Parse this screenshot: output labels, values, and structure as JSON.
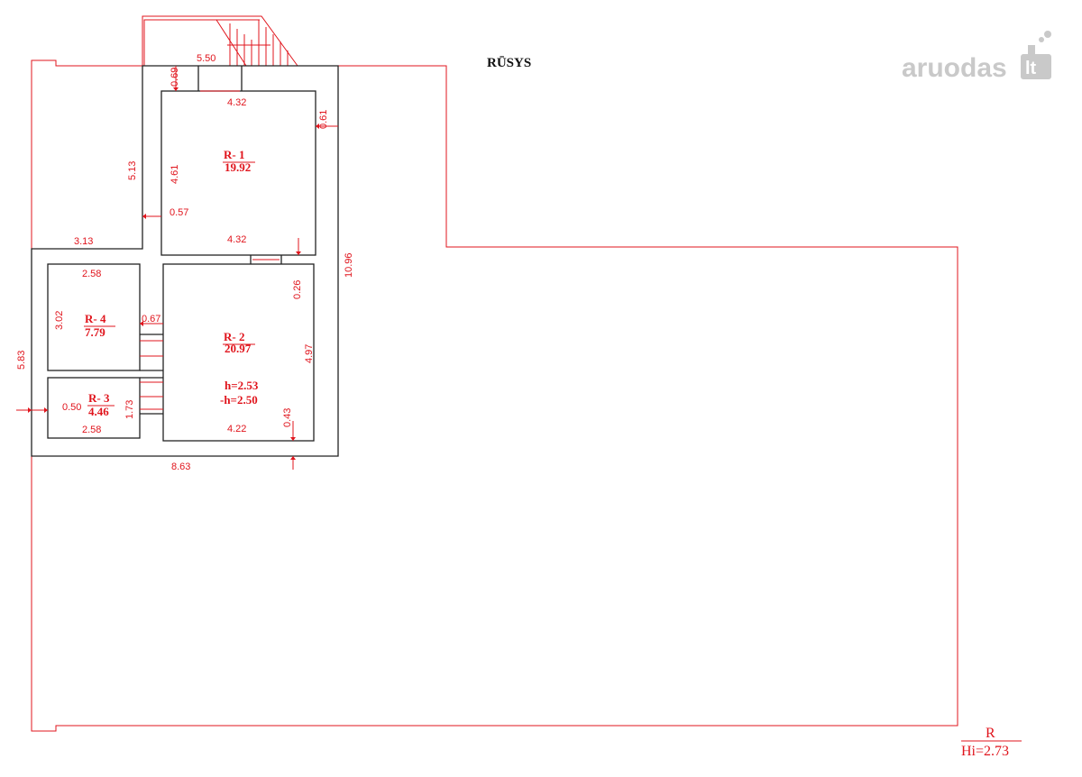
{
  "title": "RŪSYS",
  "watermark": {
    "name": "aruodas",
    "suffix": "lt"
  },
  "colors": {
    "lines": "#e0141c",
    "walls": "#222222",
    "watermark": "#c9c9c9"
  },
  "rooms": [
    {
      "id": "R-1",
      "label": "R- 1",
      "area": "19.92"
    },
    {
      "id": "R-2",
      "label": "R- 2",
      "area": "20.97",
      "h1": "h=2.53",
      "h2": "-h=2.50"
    },
    {
      "id": "R-3",
      "label": "R- 3",
      "area": "4.46"
    },
    {
      "id": "R-4",
      "label": "R- 4",
      "area": "7.79"
    }
  ],
  "dimensions": {
    "d550": "5.50",
    "d069": "0.69",
    "d432_top": "4.32",
    "d061": "0.61",
    "d513": "5.13",
    "d461": "4.61",
    "d057": "0.57",
    "d313": "3.13",
    "d432_bottom": "4.32",
    "d1096": "10.96",
    "d258_top": "2.58",
    "d026": "0.26",
    "d302": "3.02",
    "d067": "0.67",
    "d583": "5.83",
    "d497": "4.97",
    "d050": "0.50",
    "d173": "1.73",
    "d043": "0.43",
    "d258_bottom": "2.58",
    "d422": "4.22",
    "d863": "8.63"
  },
  "legend": {
    "label": "R",
    "height": "Hi=2.73"
  }
}
